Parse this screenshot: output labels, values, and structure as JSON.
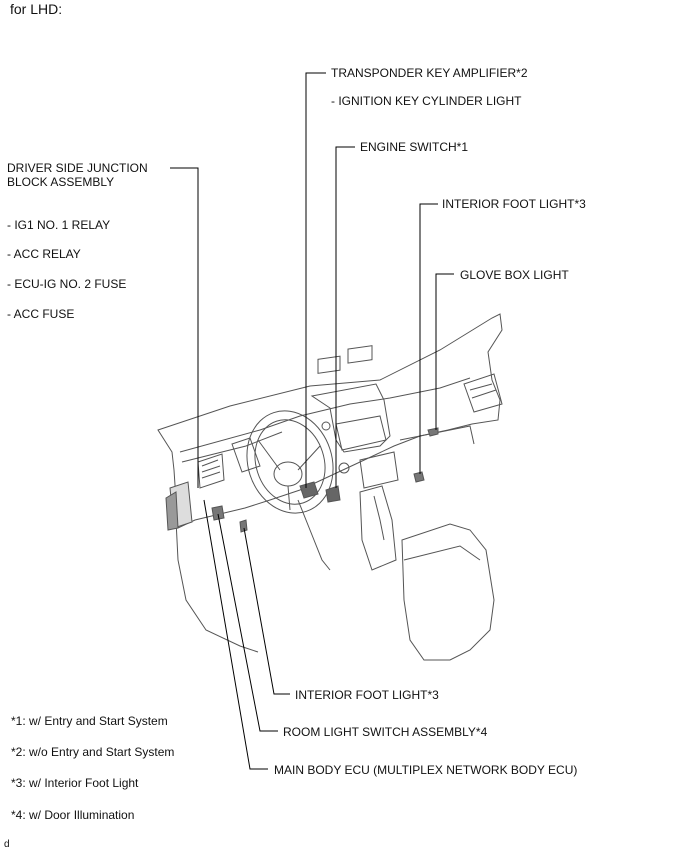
{
  "header": {
    "title": "for LHD:"
  },
  "callouts": {
    "transponder": "TRANSPONDER KEY AMPLIFIER*2",
    "ignition_light": "- IGNITION KEY CYLINDER LIGHT",
    "engine_switch": "ENGINE SWITCH*1",
    "foot_light_right": "INTERIOR FOOT LIGHT*3",
    "glove_box": "GLOVE BOX LIGHT",
    "junction_line1": "DRIVER SIDE JUNCTION",
    "junction_line2": "BLOCK ASSEMBLY",
    "ig1_relay": "- IG1 NO. 1 RELAY",
    "acc_relay": "- ACC RELAY",
    "ecu_fuse": "- ECU-IG NO. 2 FUSE",
    "acc_fuse": "- ACC FUSE",
    "foot_light_left": "INTERIOR FOOT LIGHT*3",
    "room_light": "ROOM LIGHT SWITCH ASSEMBLY*4",
    "main_body_ecu": "MAIN BODY ECU (MULTIPLEX NETWORK BODY ECU)"
  },
  "notes": [
    "*1: w/ Entry and Start System",
    "*2: w/o Entry and Start System",
    "*3: w/ Interior Foot Light",
    "*4: w/ Door Illumination"
  ],
  "footer": {
    "mark": "d"
  }
}
